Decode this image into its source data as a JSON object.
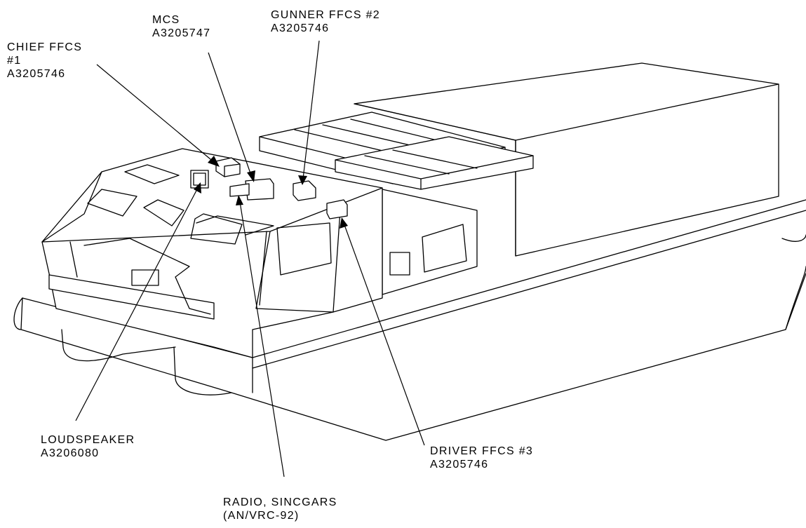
{
  "labels": {
    "chief_ffcs": {
      "line1": "CHIEF FFCS",
      "line2": "#1",
      "line3": "A3205746"
    },
    "mcs": {
      "line1": "MCS",
      "line2": "A3205747"
    },
    "gunner_ffcs": {
      "line1": "GUNNER FFCS #2",
      "line2": "A3205746"
    },
    "loudspeaker": {
      "line1": "LOUDSPEAKER",
      "line2": "A3206080"
    },
    "radio": {
      "line1": "RADIO, SINCGARS",
      "line2": "(AN/VRC-92)"
    },
    "driver_ffcs": {
      "line1": "DRIVER FFCS #3",
      "line2": "A3205746"
    }
  },
  "colors": {
    "line": "#000000",
    "background": "#ffffff"
  }
}
